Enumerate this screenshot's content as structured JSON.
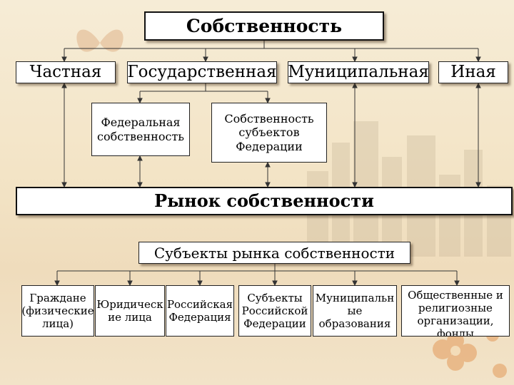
{
  "title": "Собственность",
  "types": [
    "Частная",
    "Государственная",
    "Муниципальная",
    "Иная"
  ],
  "state_subtypes": [
    "Федеральная собственность",
    "Собственность субъектов Федерации"
  ],
  "market": "Рынок собственности",
  "subjects_title": "Субъекты рынка собственности",
  "subjects": [
    "Граждане (физические лица)",
    "Юридическ ие лица",
    "Российская Федерация",
    "Субъекты Российской Федерации",
    "Муниципальн ые образования",
    "Общественные и религиозные организации, фонды"
  ],
  "colors": {
    "background": "#f3e4c6",
    "box": "#ffffff",
    "line": "#222222"
  }
}
